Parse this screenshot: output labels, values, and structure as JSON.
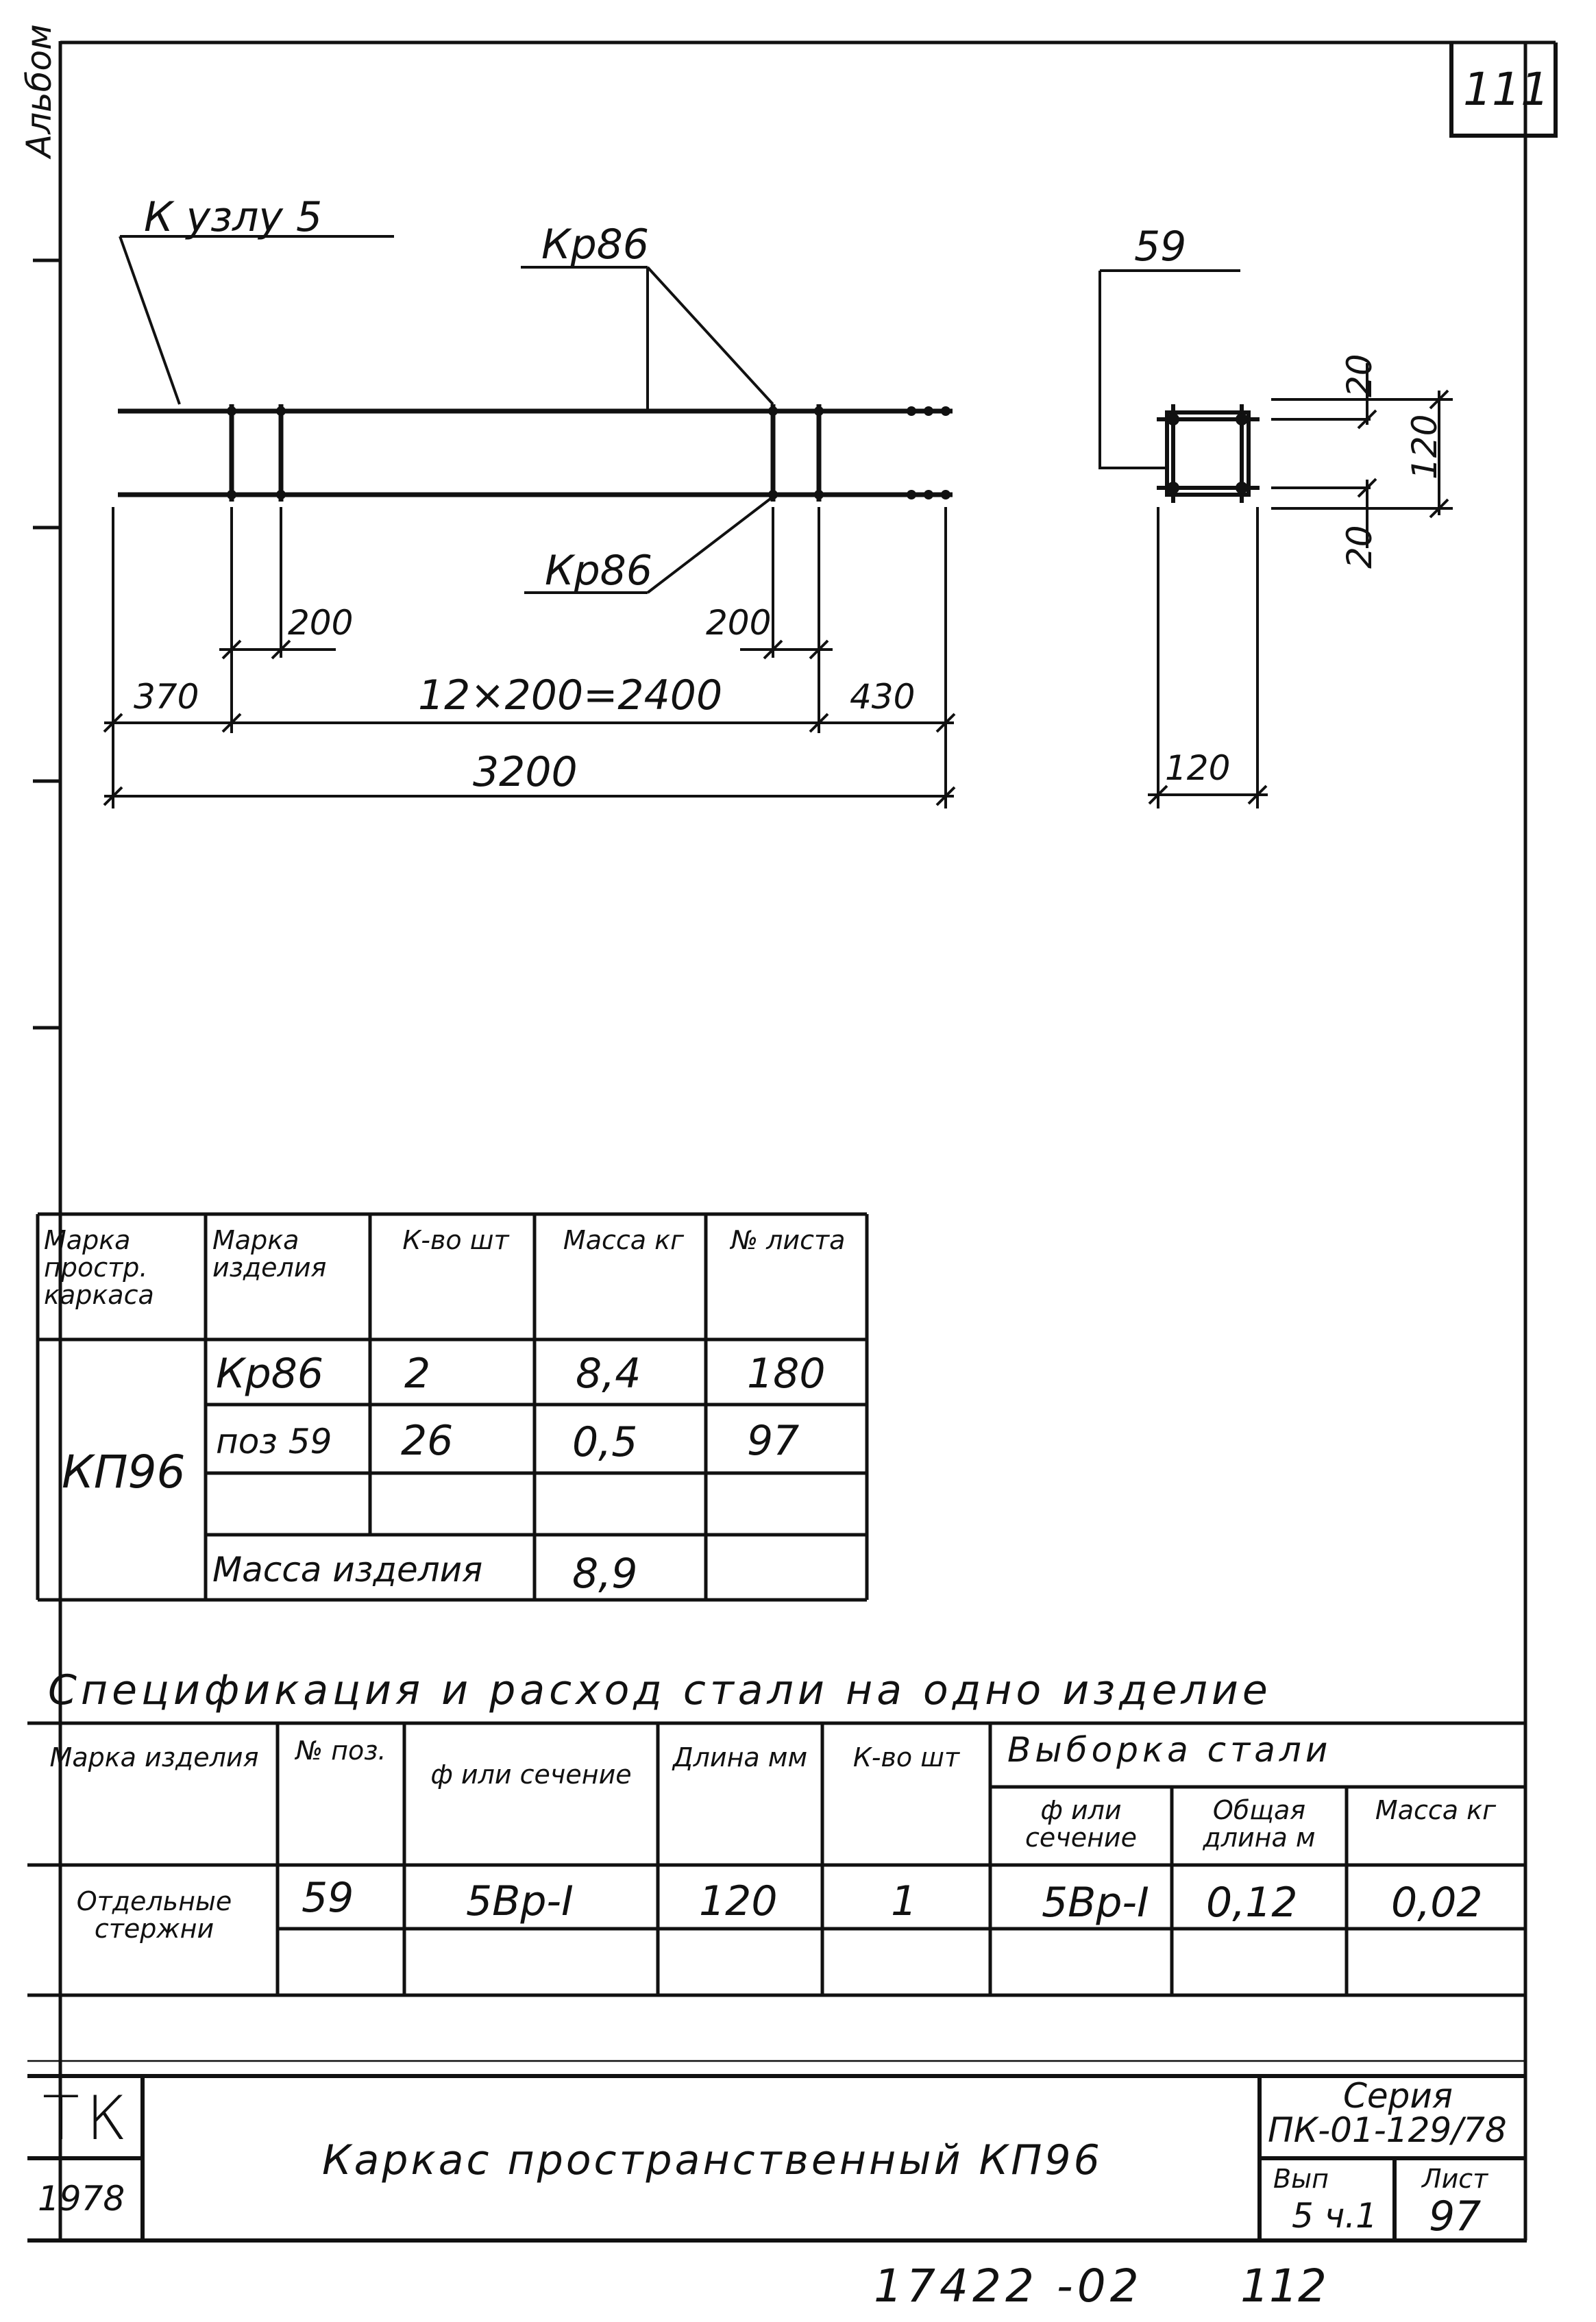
{
  "sheet": {
    "corner_number": "111",
    "album_label": "Альбом",
    "bottom_number": "17422 -02",
    "bottom_number_right": "112"
  },
  "drawing": {
    "node_note": "К узлу 5",
    "kr_top": "Кр86",
    "kr_bottom": "Кр86",
    "dim_200_left": "200",
    "dim_200_right": "200",
    "dim_370": "370",
    "dim_2400": "12×200=2400",
    "dim_430": "430",
    "dim_3200": "3200",
    "pos_59": "59",
    "dim_20_top": "20",
    "dim_120_side": "120",
    "dim_20_bottom": "20",
    "dim_120_bottom": "120"
  },
  "table1": {
    "headers": [
      "Марка простр. каркаса",
      "Марка изделия",
      "К-во шт",
      "Масса кг",
      "№ листа"
    ],
    "mark": "КП96",
    "rows": [
      {
        "item": "Кр86",
        "qty": "2",
        "mass": "8,4",
        "sheet": "180"
      },
      {
        "item": "поз 59",
        "qty": "26",
        "mass": "0,5",
        "sheet": "97"
      }
    ],
    "total_label": "Масса изделия",
    "total_mass": "8,9"
  },
  "table2": {
    "title": "Спецификация и расход стали на одно изделие",
    "headers": {
      "item": "Марка изделия",
      "pos": "№ поз.",
      "section": "ф или сечение",
      "length": "Длина мм",
      "qty": "К-во шт",
      "selection": "Выборка стали",
      "sel_section": "ф или сечение",
      "sel_total_length": "Общая длина м",
      "sel_mass": "Масса кг"
    },
    "row": {
      "item": "Отдельные стержни",
      "pos": "59",
      "section": "5Вр-I",
      "length": "120",
      "qty": "1",
      "sel_section": "5Вр-I",
      "sel_total_length": "0,12",
      "sel_mass": "0,02"
    }
  },
  "stamp": {
    "org": "ТК",
    "year": "1978",
    "title": "Каркас пространственный КП96",
    "series_label": "Серия",
    "series_value": "ПК-01-129/78",
    "issue_label": "Вып",
    "issue_value": "5 ч.1",
    "sheet_label": "Лист",
    "sheet_value": "97"
  }
}
